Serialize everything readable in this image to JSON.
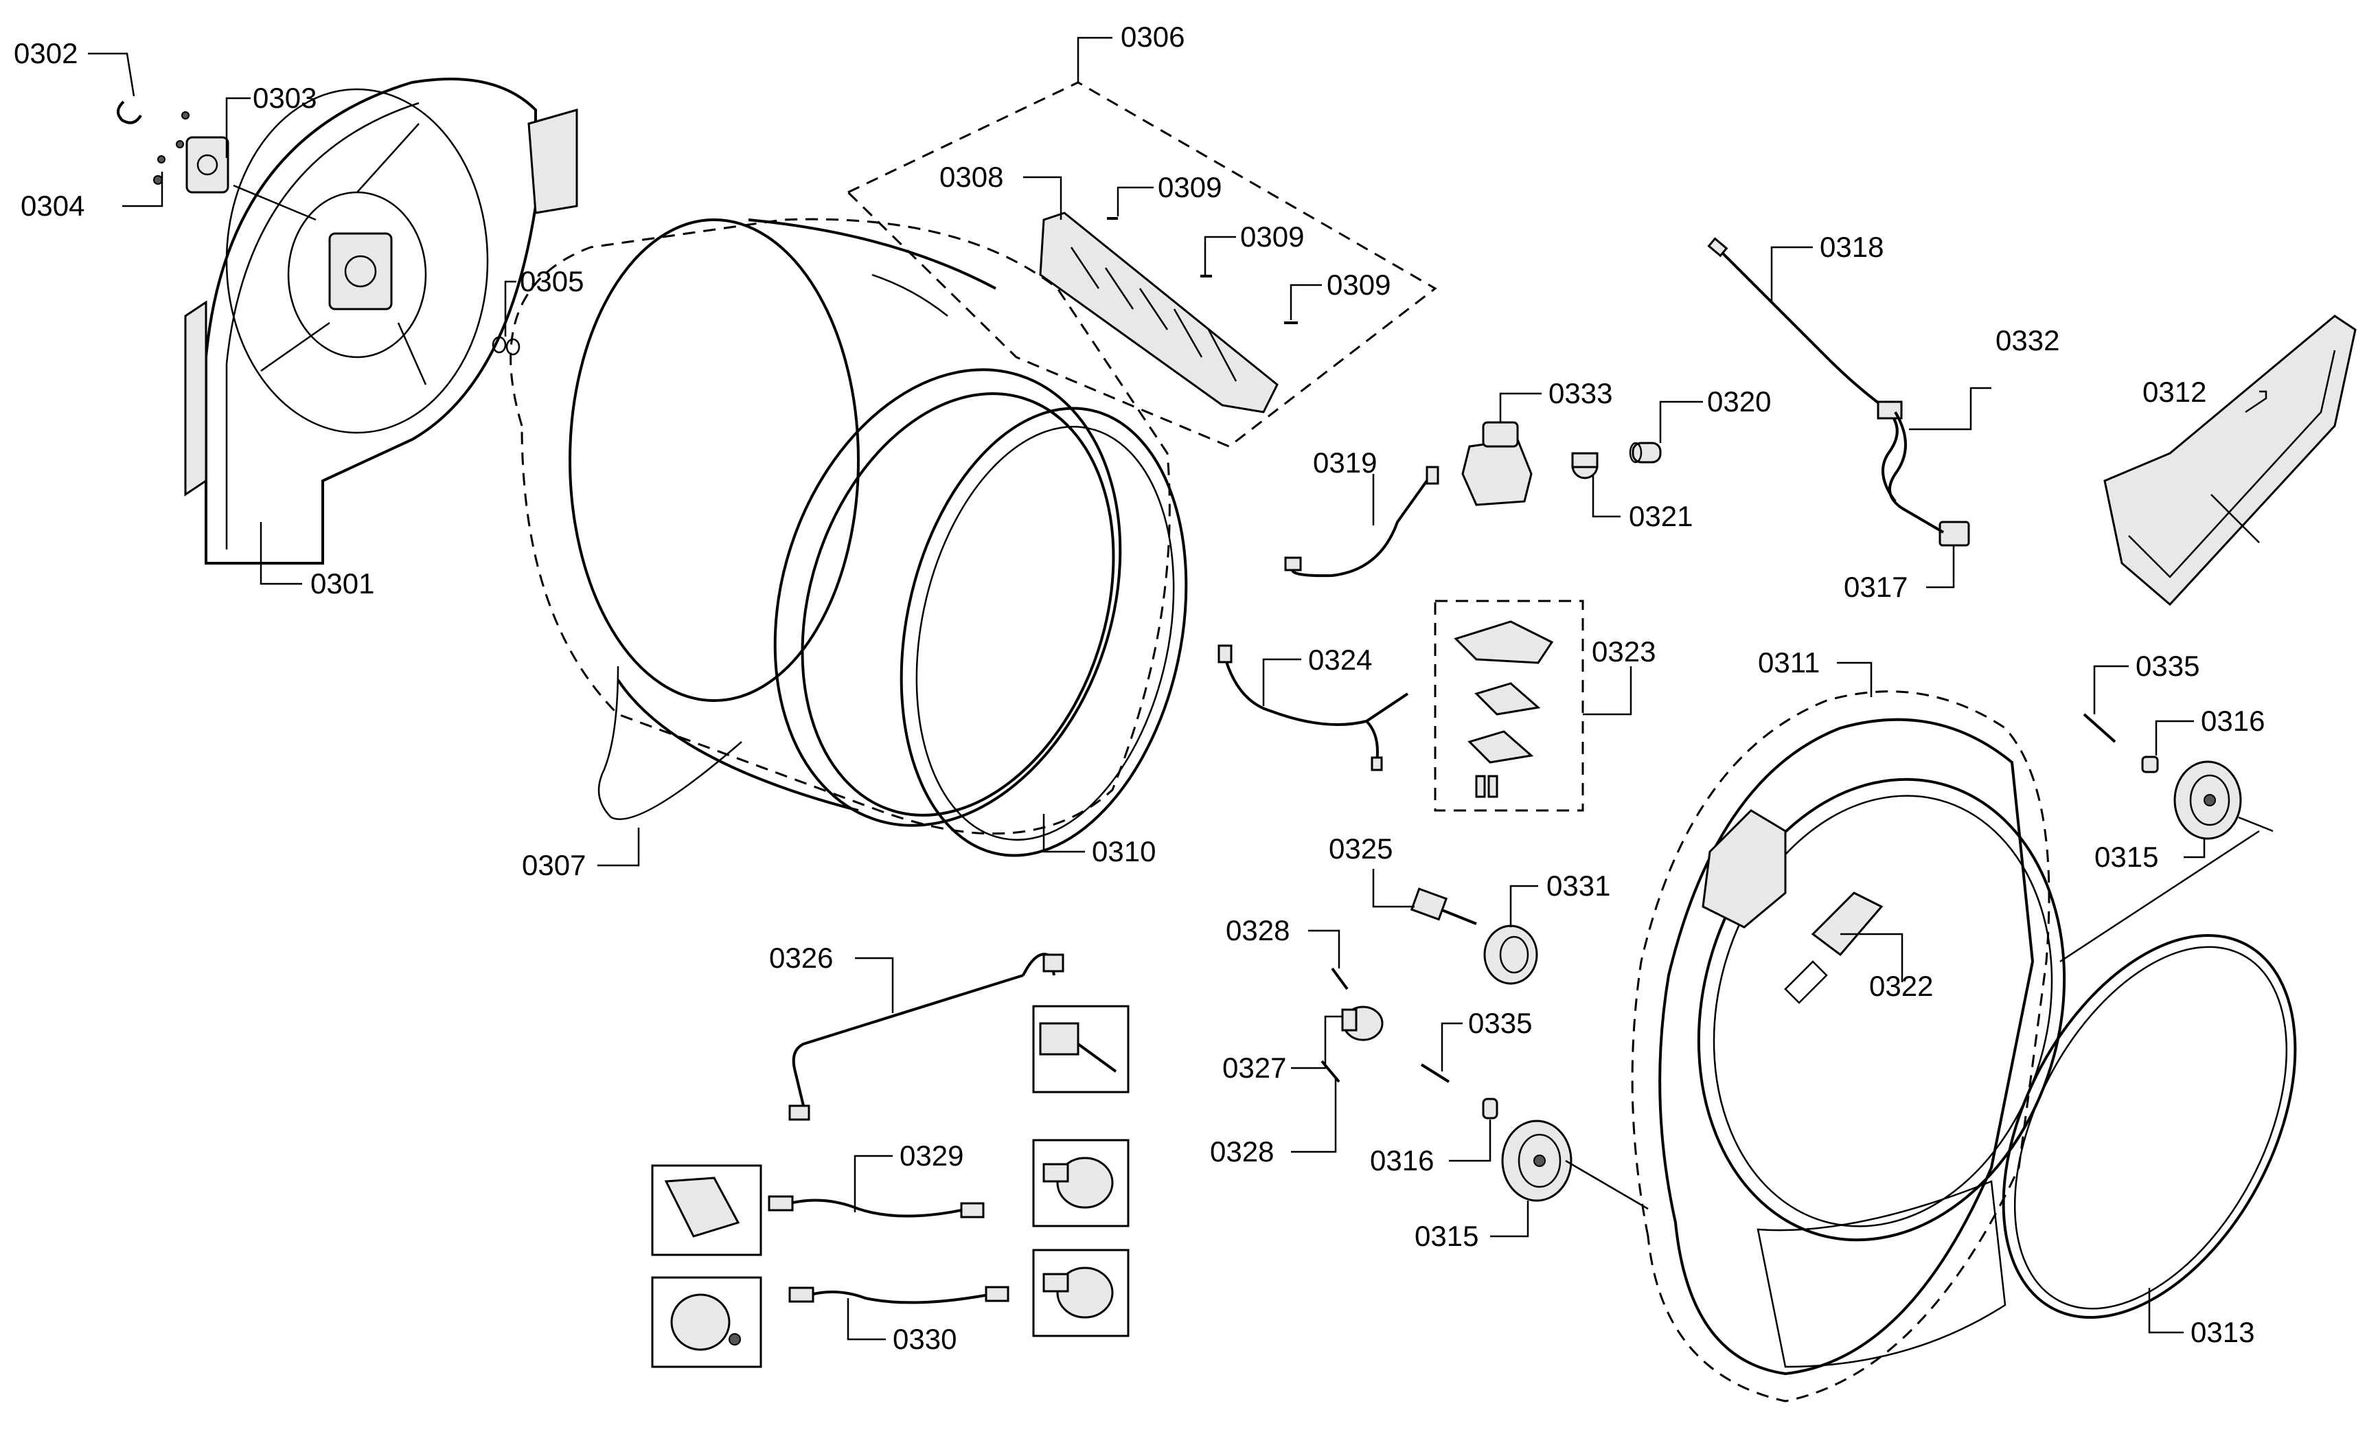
{
  "labels": {
    "p0301": "0301",
    "p0302": "0302",
    "p0303": "0303",
    "p0304": "0304",
    "p0305": "0305",
    "p0306": "0306",
    "p0307": "0307",
    "p0308": "0308",
    "p0309a": "0309",
    "p0309b": "0309",
    "p0309c": "0309",
    "p0310": "0310",
    "p0311": "0311",
    "p0312": "0312",
    "p0313": "0313",
    "p0315a": "0315",
    "p0315b": "0315",
    "p0316a": "0316",
    "p0316b": "0316",
    "p0317": "0317",
    "p0318": "0318",
    "p0319": "0319",
    "p0320": "0320",
    "p0321": "0321",
    "p0322": "0322",
    "p0323": "0323",
    "p0324": "0324",
    "p0325": "0325",
    "p0326": "0326",
    "p0327": "0327",
    "p0328a": "0328",
    "p0328b": "0328",
    "p0329": "0329",
    "p0330": "0330",
    "p0331": "0331",
    "p0332": "0332",
    "p0333": "0333",
    "p0335a": "0335",
    "p0335b": "0335"
  }
}
